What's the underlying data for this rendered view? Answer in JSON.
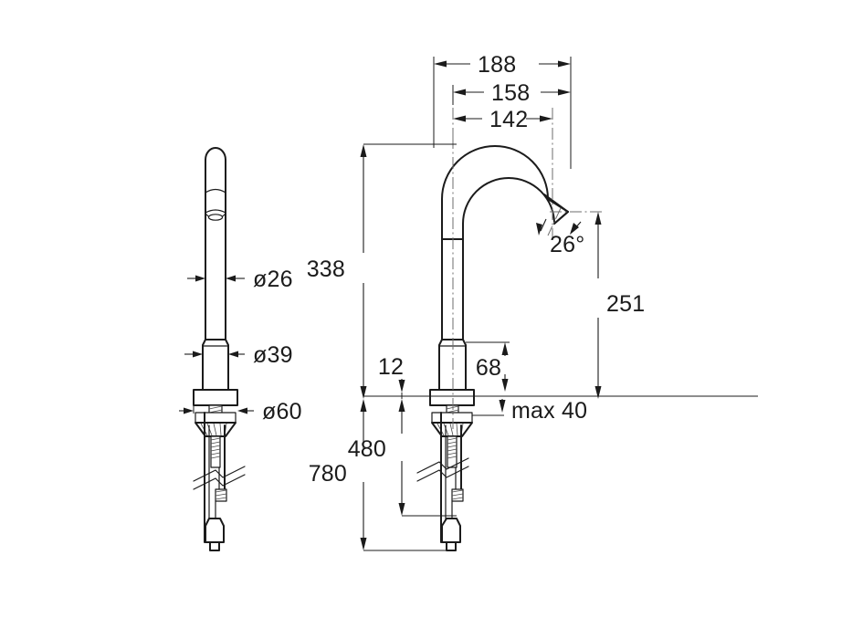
{
  "drawing": {
    "type": "technical-dimension-drawing",
    "subject": "single-lever basin mixer tap",
    "background_color": "#ffffff",
    "line_color": "#1b1b1b",
    "centerline_color": "#6e6e6e",
    "units": "mm",
    "views": [
      {
        "id": "side-view",
        "name": "side view",
        "position": "left"
      },
      {
        "id": "front-view",
        "name": "front view",
        "position": "right"
      }
    ],
    "dimensions": {
      "diameter_spout": "ø26",
      "diameter_body": "ø39",
      "diameter_base": "ø60",
      "reach_outer": "188",
      "reach_middle": "158",
      "reach_inner": "142",
      "height_total": "338",
      "height_outlet": "251",
      "outlet_angle": "26°",
      "offset_small": "12",
      "height_body": "68",
      "deck_thickness": "max 40",
      "hose_short": "480",
      "hose_long": "780"
    }
  }
}
